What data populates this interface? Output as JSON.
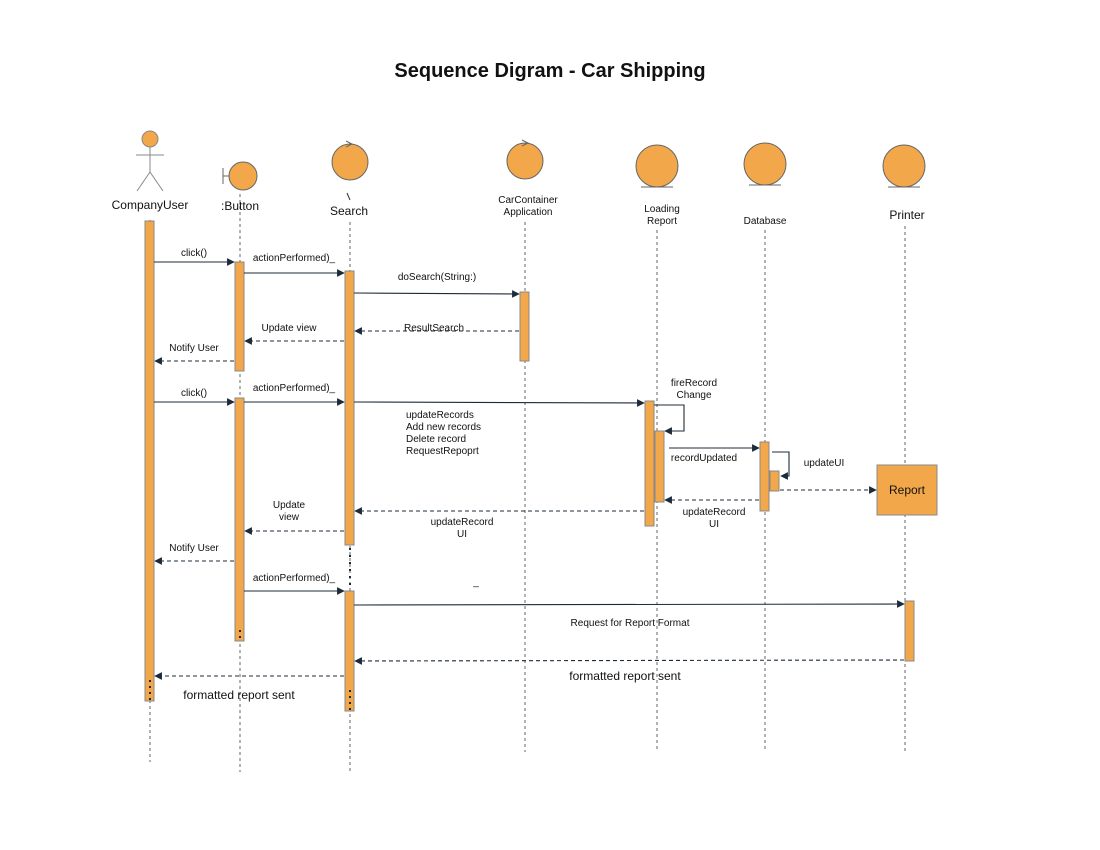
{
  "title": "Sequence Digram - Car Shipping",
  "participants": {
    "company_user": "CompanyUser",
    "button": ":Button",
    "search": "Search",
    "car_container": [
      "CarContainer",
      "Application"
    ],
    "loading_report": [
      "Loading",
      "Report"
    ],
    "database": "Database",
    "printer": "Printer"
  },
  "messages": {
    "click_1": "click()",
    "action_performed_1": "actionPerformed)_",
    "do_search": "doSearch(String:)",
    "result_search": "ResultSearch",
    "update_view_1": "Update view",
    "notify_user_1": "Notify User",
    "click_2": "click()",
    "action_performed_2": "actionPerformed)_",
    "update_records": [
      "updateRecords",
      "Add new records",
      "Delete record",
      "RequestRepoprt"
    ],
    "fire_record_change": [
      "fireRecord",
      "Change"
    ],
    "record_updated": "recordUpdated",
    "update_ui": "updateUI",
    "update_record_ui_db": [
      "updateRecord",
      "UI"
    ],
    "update_record_ui": [
      "updateRecord",
      "UI"
    ],
    "update_view_2": [
      "Update",
      "view"
    ],
    "notify_user_2": "Notify User",
    "action_performed_3": "actionPerformed)_",
    "dash_mark": "_",
    "request_report_format": "Request for Report Format",
    "formatted_report_sent_printer": "formatted report sent",
    "formatted_report_sent_user": "formatted report sent"
  },
  "report_box": "Report",
  "colors": {
    "fill": "#f2a74a",
    "arrow": "#1c2b3a"
  }
}
